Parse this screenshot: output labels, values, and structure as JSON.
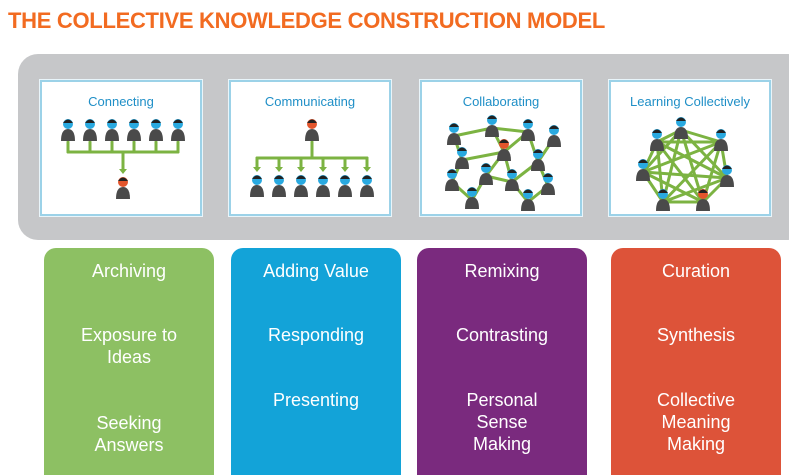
{
  "title": "THE COLLECTIVE KNOWLEDGE CONSTRUCTION MODEL",
  "colors": {
    "title": "#f26b21",
    "band": "#c6c7c9",
    "card_border": "#9cd2e8",
    "card_label": "#1f8fc7",
    "person_head": "#29a9e0",
    "person_body": "#4a4a4a",
    "leader_head": "#e2552c",
    "connector": "#7cb342"
  },
  "stages": [
    {
      "label": "Connecting",
      "color": "#8dc063",
      "items": [
        [
          "Archiving"
        ],
        [
          "Exposure to",
          "Ideas"
        ],
        [
          "Seeking",
          "Answers"
        ]
      ]
    },
    {
      "label": "Communicating",
      "color": "#13a3d8",
      "items": [
        [
          "Adding Value"
        ],
        [
          "Responding"
        ],
        [
          "Presenting"
        ]
      ]
    },
    {
      "label": "Collaborating",
      "color": "#7a2a7e",
      "items": [
        [
          "Remixing"
        ],
        [
          "Contrasting"
        ],
        [
          "Personal",
          "Sense",
          "Making"
        ]
      ]
    },
    {
      "label": "Learning Collectively",
      "color": "#dd5339",
      "items": [
        [
          "Curation"
        ],
        [
          "Synthesis"
        ],
        [
          "Collective",
          "Meaning",
          "Making"
        ]
      ]
    }
  ]
}
